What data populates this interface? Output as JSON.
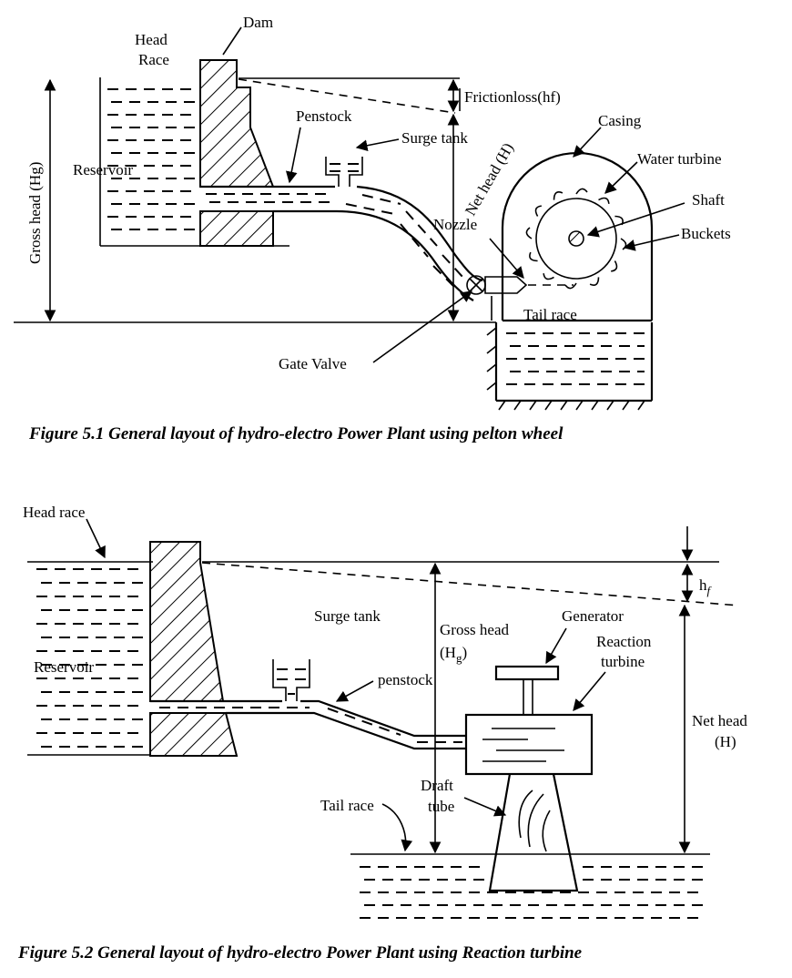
{
  "figure1": {
    "labels": {
      "dam": "Dam",
      "head_race_1": "Head",
      "head_race_2": "Race",
      "friction_loss": "Frictionloss(hf)",
      "penstock": "Penstock",
      "surge_tank": "Surge tank",
      "casing": "Casing",
      "water_turbine": "Water turbine",
      "reservoir": "Reservoir",
      "gross_head": "Gross head (Hg)",
      "net_head": "Net head (H)",
      "shaft": "Shaft",
      "nozzle": "Nozzle",
      "buckets": "Buckets",
      "tail_race": "Tail race",
      "gate_valve": "Gate Valve"
    },
    "caption": "Figure 5.1 General layout of hydro-electro Power Plant using pelton wheel"
  },
  "figure2": {
    "labels": {
      "head_race": "Head race",
      "hf": "h",
      "hf_sub": "f",
      "surge_tank": "Surge tank",
      "generator": "Generator",
      "gross_head_1": "Gross head",
      "gross_head_2": "(H",
      "gross_head_sub": "g",
      "gross_head_close": ")",
      "reaction_1": "Reaction",
      "reaction_2": "turbine",
      "reservoir": "Reservoir",
      "penstock": "penstock",
      "net_head_1": "Net head",
      "net_head_2": "(H)",
      "draft_1": "Draft",
      "draft_2": "tube",
      "tail_race": "Tail race"
    },
    "caption": "Figure 5.2  General layout of hydro-electro Power Plant using Reaction turbine"
  }
}
